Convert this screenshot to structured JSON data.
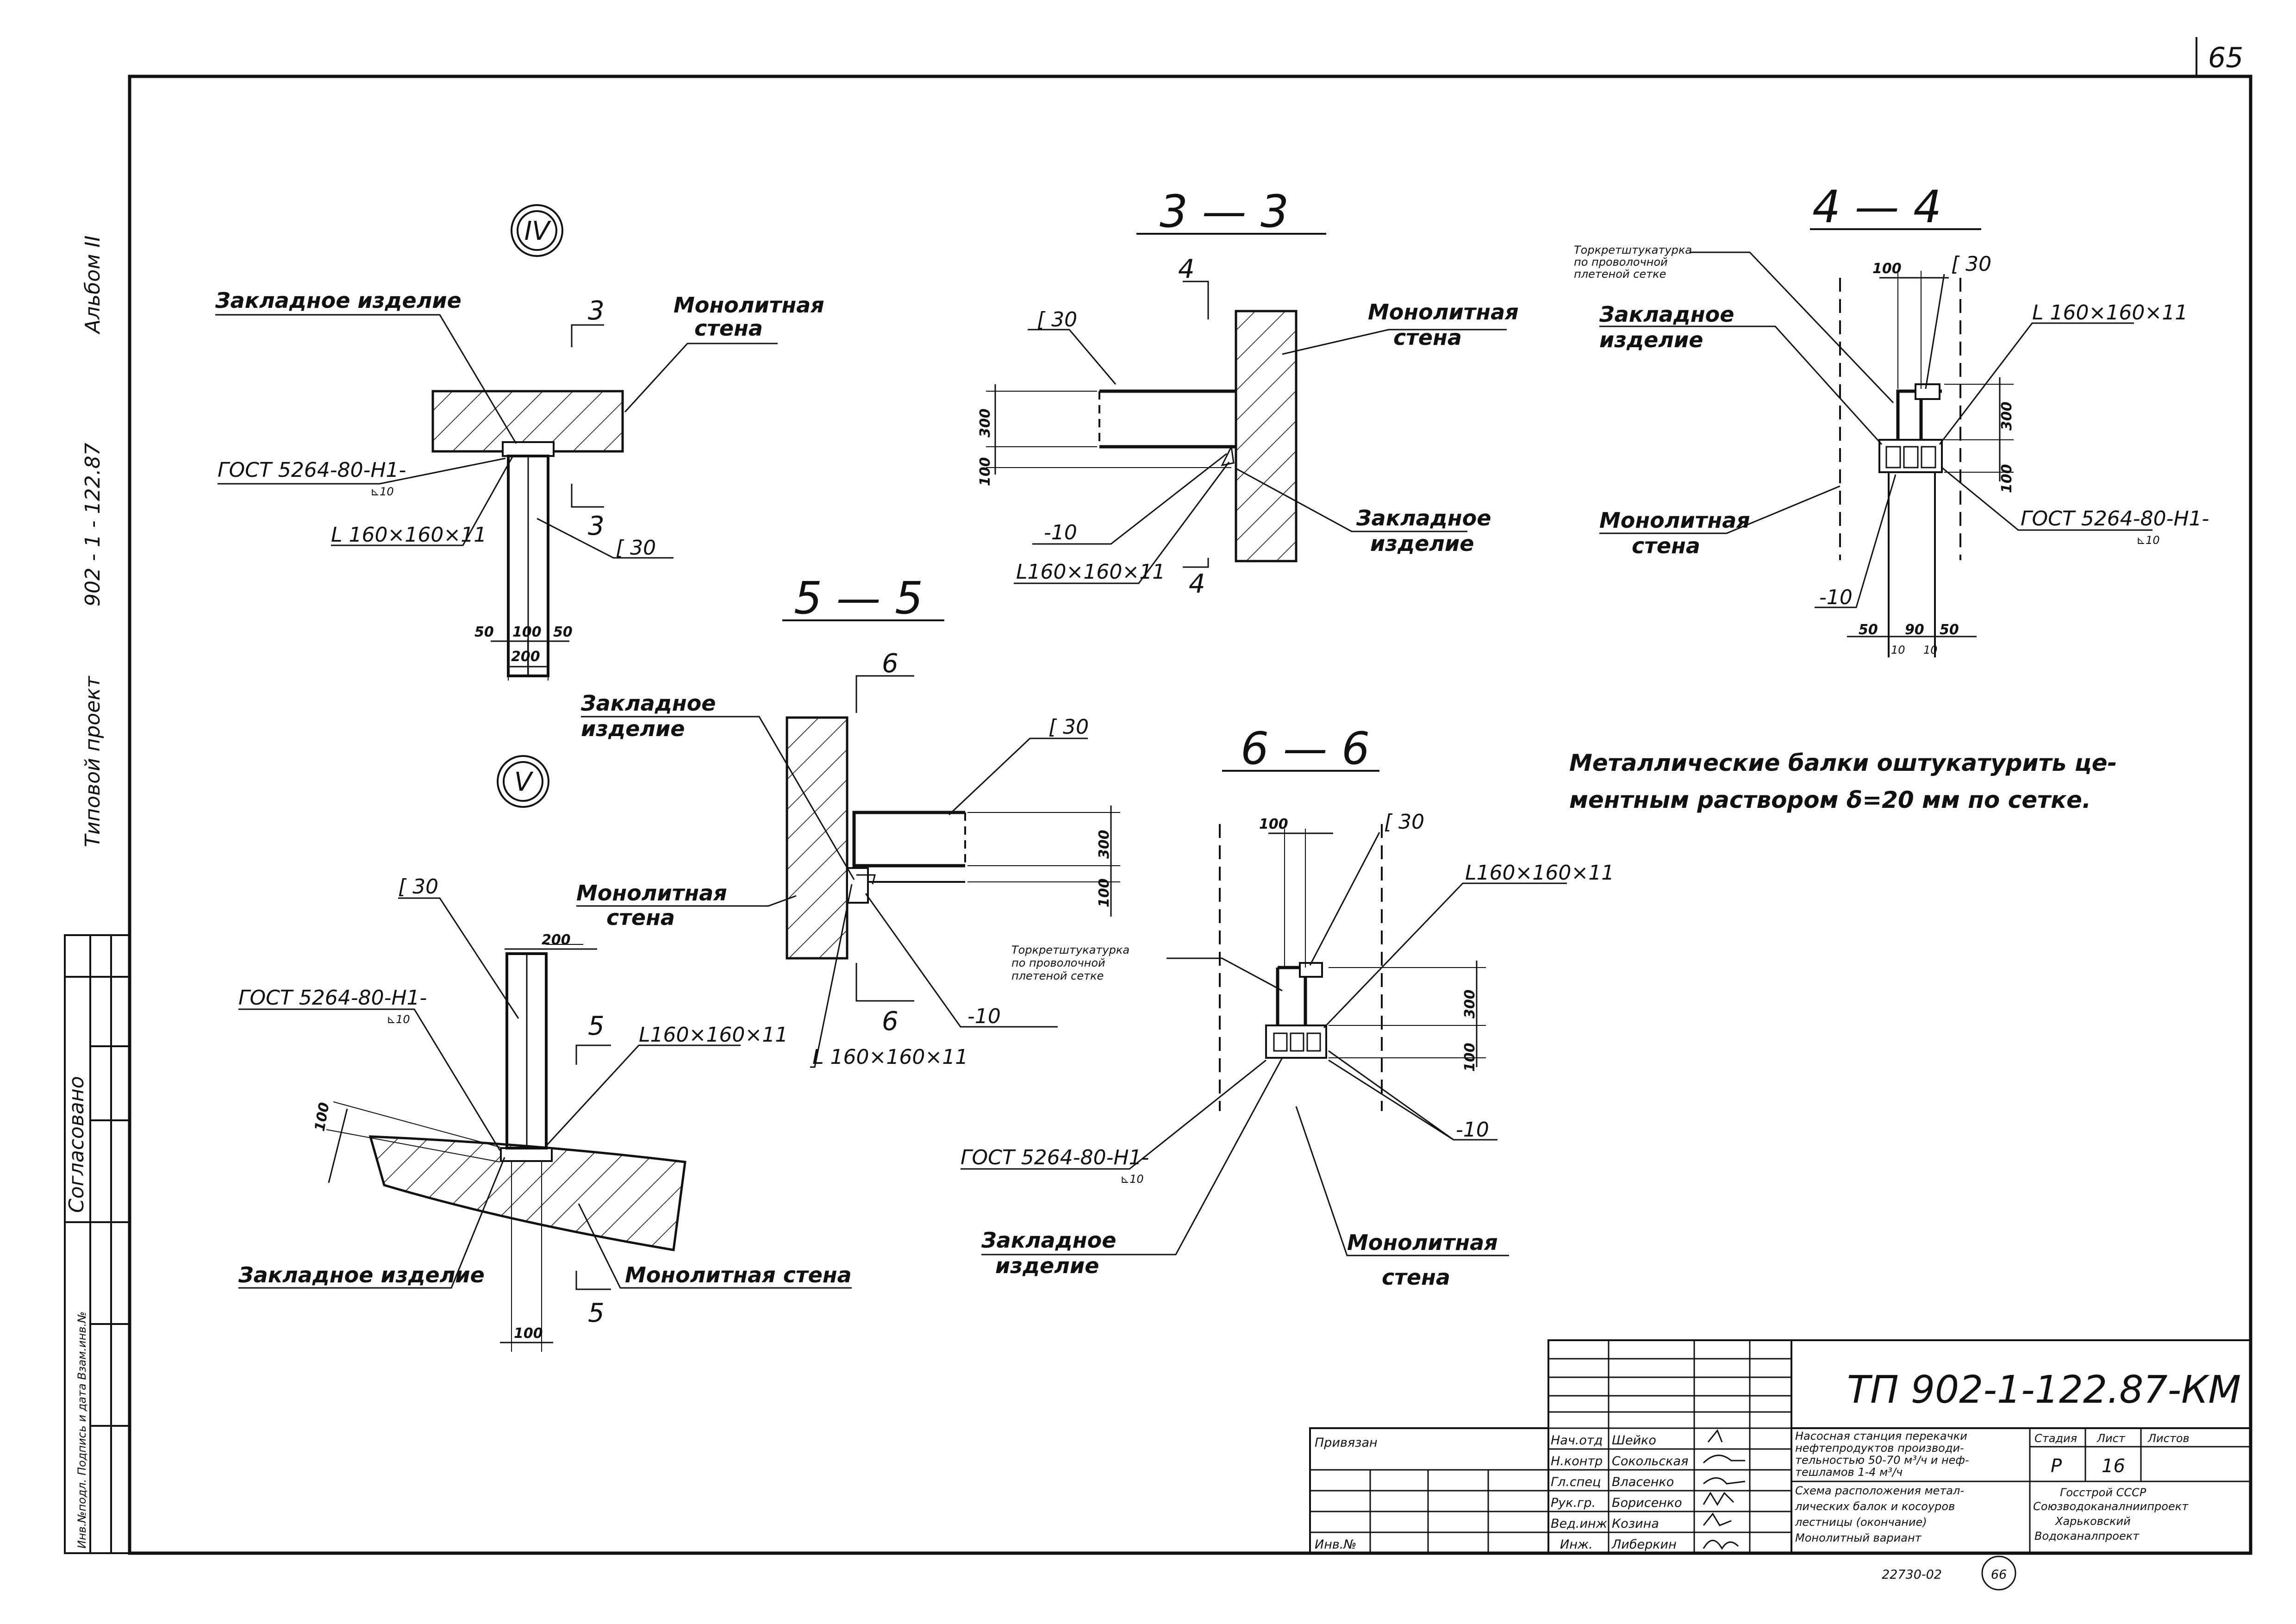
{
  "sheet": {
    "page_number": "65",
    "bottom_number": "22730-02",
    "bottom_circled": "66"
  },
  "side_strip": {
    "album": "Альбом II",
    "designation": "902 - 1 - 122.87",
    "project_type": "Типовой проект",
    "agreed": "Согласовано",
    "stamp_row": "Инв.№подл.  Подпись и дата  Взам.инв.№"
  },
  "views": {
    "iv": {
      "marker": "IV",
      "embedded_part": "Закладное изделие",
      "wall_line1": "Монолитная",
      "wall_line2": "стена",
      "gost": "ГОСТ 5264-80-Н1-",
      "gost_weld": "⊾10",
      "angle": "L 160×160×11",
      "channel": "[ 30",
      "cut_mark": "3",
      "dims": [
        "50",
        "100",
        "50",
        "200"
      ]
    },
    "s33": {
      "title": "3 — 3",
      "cut_mark": "4",
      "channel": "[ 30",
      "wall_line1": "Монолитная",
      "wall_line2": "стена",
      "embedded_line1": "Закладное",
      "embedded_line2": "изделие",
      "plate": "-10",
      "angle": "L160×160×11",
      "dims": [
        "300",
        "100"
      ]
    },
    "s44": {
      "title": "4 — 4",
      "plaster_line1": "Торкретштукатурка",
      "plaster_line2": "по проволочной",
      "plaster_line3": "плетеной сетке",
      "embedded_line1": "Закладное",
      "embedded_line2": "изделие",
      "wall_line1": "Монолитная",
      "wall_line2": "стена",
      "channel": "[ 30",
      "angle": "L 160×160×11",
      "gost": "ГОСТ 5264-80-Н1-",
      "gost_weld": "⊾10",
      "plate": "-10",
      "dims": [
        "100",
        "300",
        "100",
        "50",
        "90",
        "50",
        "10",
        "10"
      ]
    },
    "s55": {
      "title": "5 — 5",
      "cut_mark": "6",
      "embedded_line1": "Закладное",
      "embedded_line2": "изделие",
      "wall_line1": "Монолитная",
      "wall_line2": "стена",
      "channel": "[ 30",
      "angle": "L 160×160×11",
      "plate": "-10",
      "dims": [
        "300",
        "100"
      ]
    },
    "v": {
      "marker": "V",
      "channel": "[ 30",
      "gost": "ГОСТ 5264-80-Н1-",
      "gost_weld": "⊾10",
      "angle": "L160×160×11",
      "cut_mark": "5",
      "embedded": "Закладное изделие",
      "wall": "Монолитная стена",
      "dims": [
        "200",
        "100",
        "100"
      ]
    },
    "s66": {
      "title": "6 — 6",
      "channel": "[ 30",
      "angle": "L160×160×11",
      "plaster_line1": "Торкретштукатурка",
      "plaster_line2": "по проволочной",
      "plaster_line3": "плетеной сетке",
      "gost": "ГОСТ 5264-80-Н1-",
      "gost_weld": "⊾10",
      "plate": "-10",
      "embedded_line1": "Закладное",
      "embedded_line2": "изделие",
      "wall_line1": "Монолитная",
      "wall_line2": "стена",
      "dims": [
        "100",
        "300",
        "100"
      ]
    }
  },
  "note": {
    "line1": "Металлические балки оштукатурить це-",
    "line2": "ментным раствором  δ=20 мм по сетке."
  },
  "title_block": {
    "code": "ТП 902-1-122.87-КМ",
    "bound": "Привязан",
    "inv": "Инв.№",
    "roles": [
      "Нач.отд",
      "Н.контр",
      "Гл.спец",
      "Рук.гр.",
      "Вед.инж",
      "Инж."
    ],
    "names": [
      "Шейко",
      "Сокольская",
      "Власенко",
      "Борисенко",
      "Козина",
      "Либеркин"
    ],
    "desc1": "Насосная станция перекачки",
    "desc2": "нефтепродуктов производи-",
    "desc3": "тельностью 50-70 м³/ч и неф-",
    "desc4": "тешламов 1-4 м³/ч",
    "sheet1": "Схема расположения метал-",
    "sheet2": "лических балок и косоуров",
    "sheet3": "лестницы (окончание)",
    "sheet4": "Монолитный вариант",
    "stage_h": "Стадия",
    "sheet_h": "Лист",
    "sheets_h": "Листов",
    "stage": "Р",
    "sheet_no": "16",
    "org1": "Госстрой СССР",
    "org2": "Союзводоканалниипроект",
    "org3": "Харьковский",
    "org4": "Водоканалпроект"
  }
}
